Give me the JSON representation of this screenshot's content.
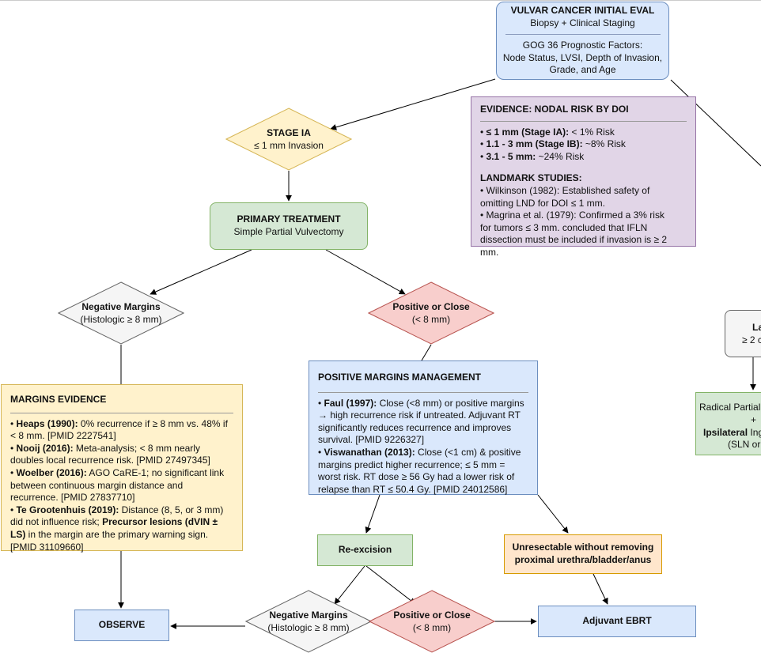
{
  "eval": {
    "title": "VULVAR CANCER INITIAL EVAL",
    "subtitle": "Biopsy + Clinical Staging",
    "factors_head": "GOG 36 Prognostic Factors:",
    "factors_l1": "Node Status, LVSI, Depth of Invasion,",
    "factors_l2": "Grade, and Age"
  },
  "nodal_risk": {
    "title": "EVIDENCE: NODAL RISK BY DOI",
    "risks": [
      {
        "bold": "≤ 1 mm (Stage IA):",
        "text": " < 1% Risk"
      },
      {
        "bold": "1.1 - 3 mm (Stage IB):",
        "text": " ~8% Risk"
      },
      {
        "bold": "3.1 - 5 mm:",
        "text": " ~24% Risk"
      }
    ],
    "landmark_title": "LANDMARK STUDIES:",
    "landmark_lines": [
      "• Wilkinson (1982): Established safety of",
      "omitting LND for DOI ≤ 1 mm.",
      "• Magrina et al. (1979): Confirmed a 3% risk",
      "for tumors ≤ 3 mm. concluded that IFLN",
      "dissection must be included if invasion is ≥ 2 mm."
    ]
  },
  "stage_ia": {
    "title": "STAGE IA",
    "subtitle": "≤ 1 mm Invasion"
  },
  "primary": {
    "title": "PRIMARY TREATMENT",
    "subtitle": "Simple Partial Vulvectomy"
  },
  "neg_margins": {
    "title": "Negative Margins",
    "subtitle": "(Histologic ≥ 8 mm)"
  },
  "pos_margins": {
    "title": "Positive or Close",
    "subtitle": "(< 8 mm)"
  },
  "margins_evidence": {
    "title": "MARGINS EVIDENCE",
    "items": [
      {
        "bold": "Heaps (1990):",
        "text": " 0% recurrence if ≥ 8 mm vs. 48% if < 8 mm. [PMID 2227541]"
      },
      {
        "bold": "Nooij (2016):",
        "text": " Meta-analysis; < 8 mm nearly doubles local recurrence risk. [PMID 27497345]"
      },
      {
        "bold": "Woelber (2016):",
        "text": " AGO CaRE-1; no significant link between continuous margin distance and recurrence. [PMID 27837710]"
      },
      {
        "bold": "Te Grootenhuis (2019):",
        "text": " Distance (8, 5, or 3 mm) did not influence risk; ",
        "bold2": "Precursor lesions (dVIN ± LS)",
        "text2": " in the margin are the primary warning sign. [PMID 31109660]"
      }
    ]
  },
  "pos_management": {
    "title": "POSITIVE MARGINS MANAGEMENT",
    "items": [
      {
        "bold": "Faul (1997):",
        "text": " Close (<8 mm) or positive margins → high recurrence risk if untreated. Adjuvant RT significantly reduces recurrence and improves survival. [PMID 9226327]"
      },
      {
        "bold": "Viswanathan (2013):",
        "text": " Close (<1 cm) & positive margins predict higher recurrence; ≤ 5 mm = worst risk. RT dose ≥ 56 Gy had a lower risk of relapse than RT ≤ 50.4 Gy. [PMID 24012586]"
      }
    ]
  },
  "reexcision": {
    "label": "Re-excision"
  },
  "unresectable": {
    "line1": "Unresectable without removing",
    "line2": "proximal urethra/bladder/anus"
  },
  "observe": {
    "label": "OBSERVE"
  },
  "neg_margins2": {
    "title": "Negative Margins",
    "subtitle": "(Histologic ≥ 8 mm)"
  },
  "pos_margins2": {
    "title": "Positive or Close",
    "subtitle": "(< 8 mm)"
  },
  "adjuvant": {
    "label": "Adjuvant EBRT"
  },
  "partial_right": {
    "line1": "La",
    "line2": "≥ 2 c"
  },
  "radical_right": {
    "line1": "Radical Partial",
    "line2": "+",
    "bold3": "Ipsilateral",
    "text3": " Ing",
    "line4": "(SLN or"
  }
}
